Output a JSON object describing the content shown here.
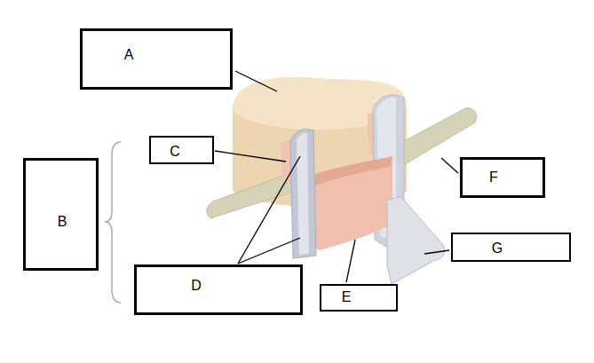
{
  "diagram": {
    "nodes": [
      {
        "text": [
          "A"
        ]
      },
      {
        "text": [
          "C"
        ]
      },
      {
        "text": [
          "F"
        ]
      },
      {
        "text": [
          "B"
        ]
      },
      {
        "text": [
          "G"
        ]
      },
      {
        "text": [
          "D"
        ]
      },
      {
        "text": [
          "E"
        ]
      }
    ]
  }
}
